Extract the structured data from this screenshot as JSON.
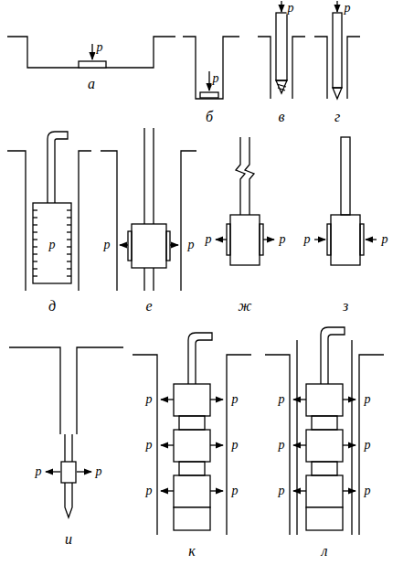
{
  "diagram": {
    "labels": [
      "p",
      "а",
      "p",
      "б",
      "p",
      "в",
      "p",
      "г",
      "p",
      "д",
      "p",
      "p",
      "е",
      "p",
      "p",
      "ж",
      "p",
      "p",
      "з",
      "p",
      "p",
      "и",
      "p",
      "p",
      "p",
      "p",
      "p",
      "p",
      "к",
      "p",
      "p",
      "p",
      "p",
      "p",
      "p",
      "л"
    ]
  }
}
